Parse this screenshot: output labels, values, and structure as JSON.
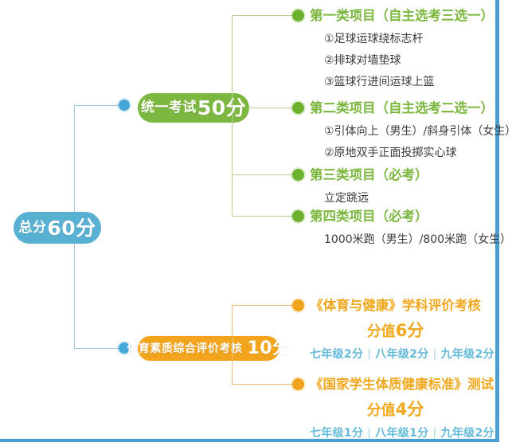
{
  "colors": {
    "blue": "#58b0d2",
    "green": "#7cb740",
    "orange": "#f3a41d",
    "grade_blue": "#63b9d9",
    "frame_blue": "#4a9fd0",
    "body_text": "#3a3a3a"
  },
  "root": {
    "label": "总分",
    "value": "60分"
  },
  "nodes": [
    {
      "id": "unified-exam",
      "label": "统一考试",
      "value": "50分",
      "color": "green"
    },
    {
      "id": "quality-assessment",
      "label": "体育素质综合评价考核",
      "value": "10分",
      "color": "orange"
    }
  ],
  "green_branches": [
    {
      "title": "第一类项目（自主选考三选一）",
      "items": [
        "①足球运球绕标志杆",
        "②排球对墙垫球",
        "③篮球行进间运球上篮"
      ]
    },
    {
      "title": "第二类项目（自主选考二选一）",
      "items": [
        "①引体向上（男生）/斜身引体（女生）",
        "②原地双手正面投掷实心球"
      ]
    },
    {
      "title": "第三类项目（必考）",
      "items": [
        "立定跳远"
      ]
    },
    {
      "title": "第四类项目（必考）",
      "items": [
        "1000米跑（男生）/800米跑（女生）"
      ]
    }
  ],
  "orange_branches": [
    {
      "title": "《体育与健康》学科评价考核",
      "score_label": "分值",
      "score_value": "6分",
      "grades": [
        "七年级2分",
        "八年级2分",
        "九年级2分"
      ],
      "separator": "|"
    },
    {
      "title": "《国家学生体质健康标准》测试",
      "score_label": "分值",
      "score_value": "4分",
      "grades": [
        "七年级1分",
        "八年级1分",
        "九年级2分"
      ],
      "separator": "|"
    }
  ]
}
